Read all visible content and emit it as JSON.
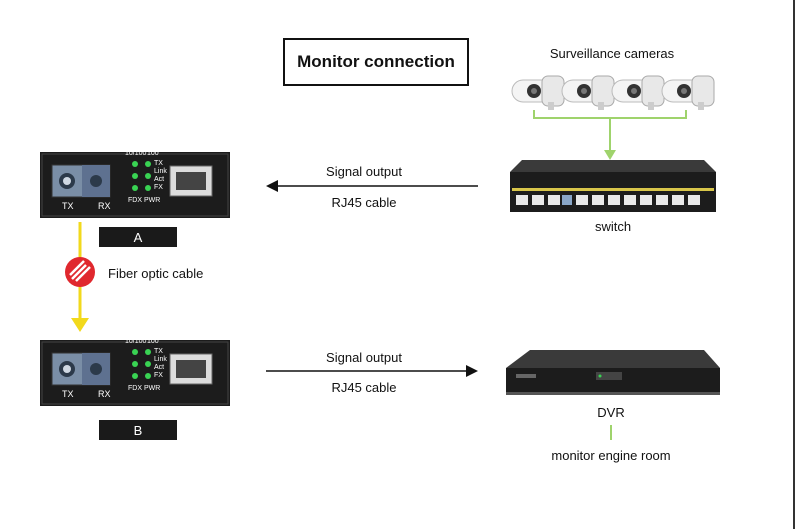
{
  "title": "Monitor connection",
  "cameras_label": "Surveillance cameras",
  "switch_label": "switch",
  "dvr_label": "DVR",
  "room_label": "monitor engine room",
  "fiber_label": "Fiber optic cable",
  "top_link": {
    "signal": "Signal output",
    "cable": "RJ45 cable"
  },
  "bottom_link": {
    "signal": "Signal output",
    "cable": "RJ45 cable"
  },
  "converter_a": {
    "label": "A",
    "speed_labels": [
      "10/100",
      "100"
    ],
    "led_labels": [
      "TX",
      "Link",
      "Act",
      "FX"
    ],
    "port_labels": [
      "TX",
      "RX"
    ],
    "bottom_labels": [
      "FDX",
      "PWR"
    ]
  },
  "converter_b": {
    "label": "B",
    "speed_labels": [
      "10/100",
      "100"
    ],
    "led_labels": [
      "TX",
      "Link",
      "Act",
      "FX"
    ],
    "port_labels": [
      "TX",
      "RX"
    ],
    "bottom_labels": [
      "FDX",
      "PWR"
    ]
  },
  "colors": {
    "led_green": "#39d353",
    "fiber_yellow": "#f2d91c",
    "camera_line": "#9fd36c",
    "fiber_icon_red": "#e0282e",
    "device_dark": "#1c1c1c"
  }
}
